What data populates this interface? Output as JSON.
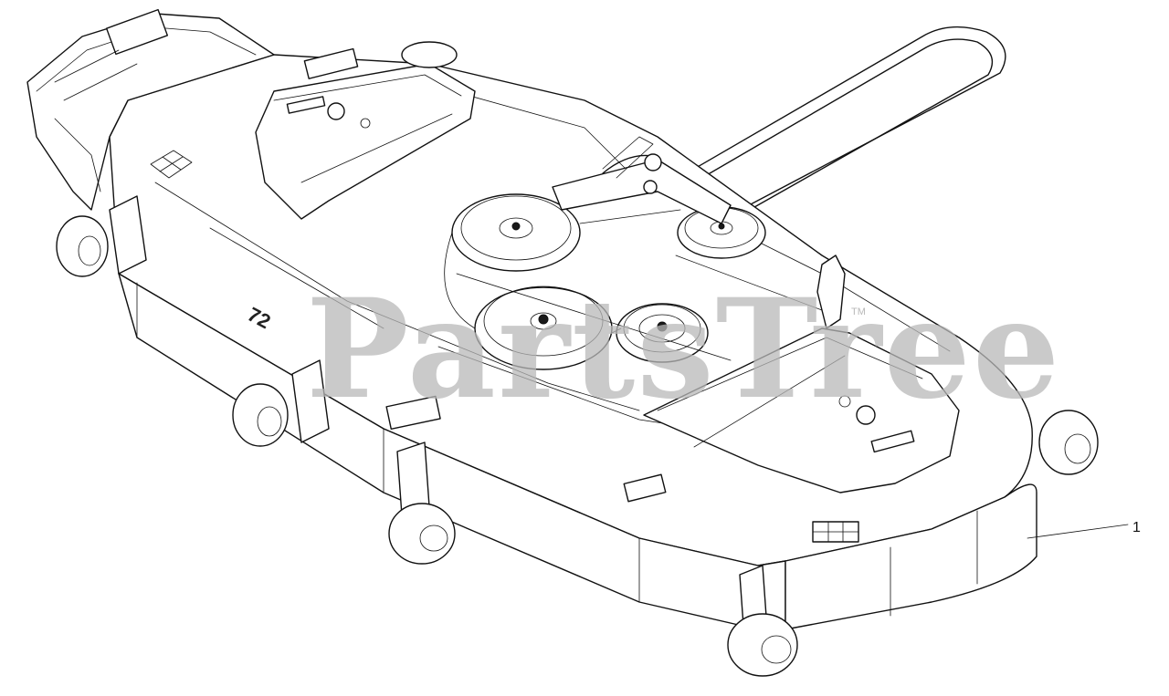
{
  "diagram": {
    "watermark": "PartsTree",
    "trademark": "TM",
    "deck_marking": "72",
    "callouts": [
      {
        "label": "1"
      }
    ]
  },
  "colors": {
    "ink": "#111111",
    "watermark": "#b8b8b8",
    "background": "#ffffff"
  }
}
